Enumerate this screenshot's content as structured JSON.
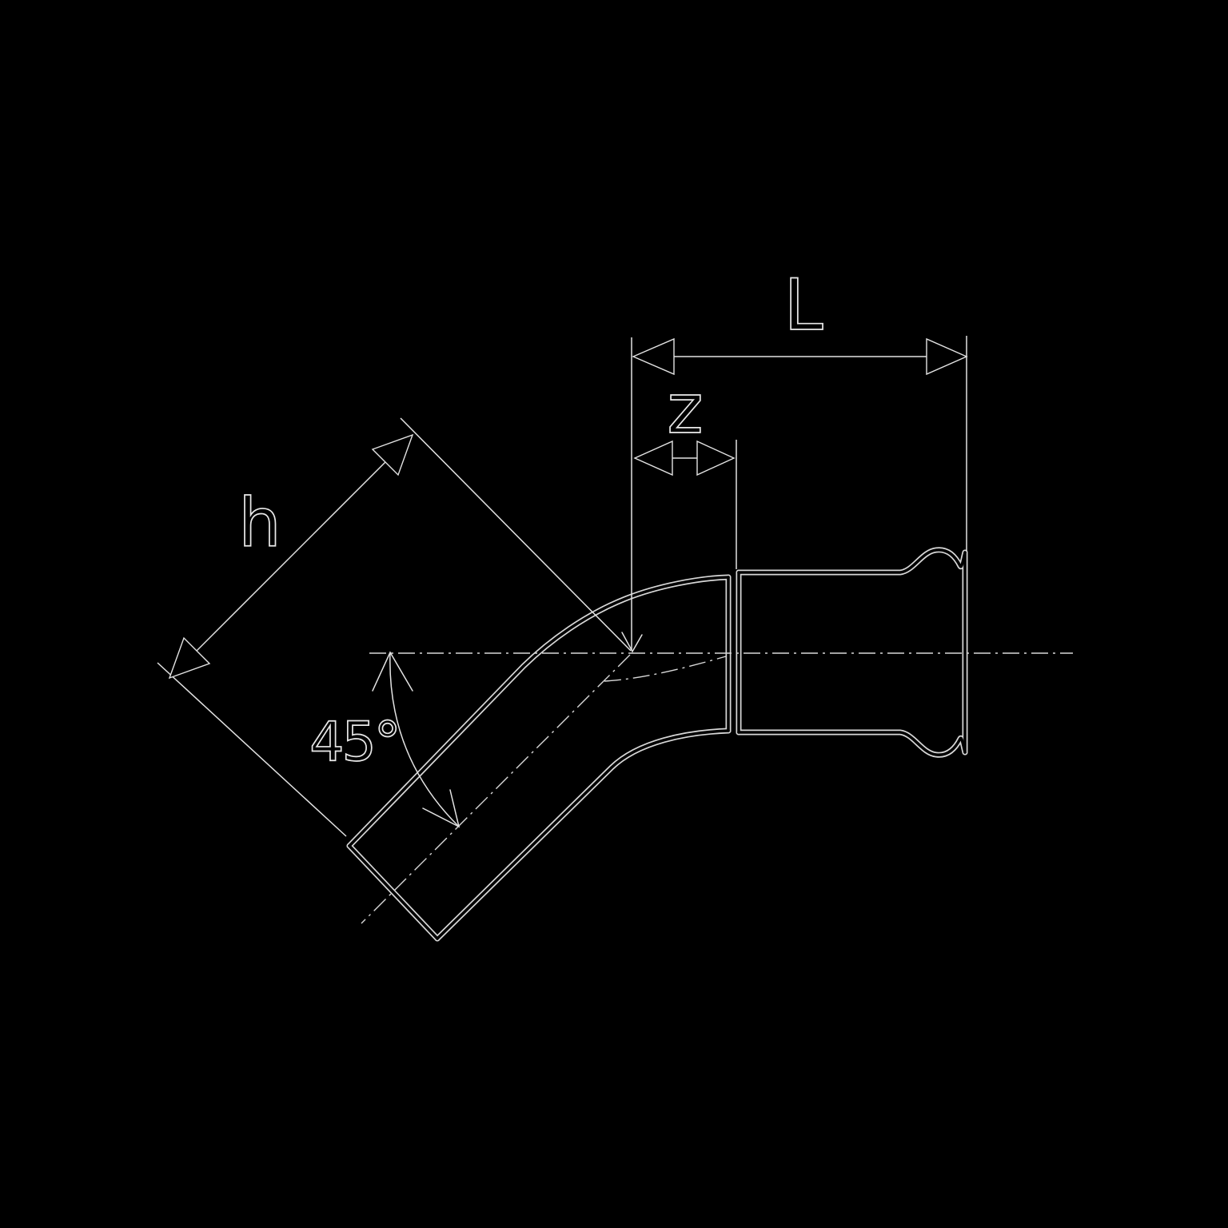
{
  "drawing": {
    "labels": {
      "L": "L",
      "z": "z",
      "h": "h",
      "angle": "45°"
    },
    "colors": {
      "background": "#000000",
      "lines": "#e3e3e3"
    }
  }
}
